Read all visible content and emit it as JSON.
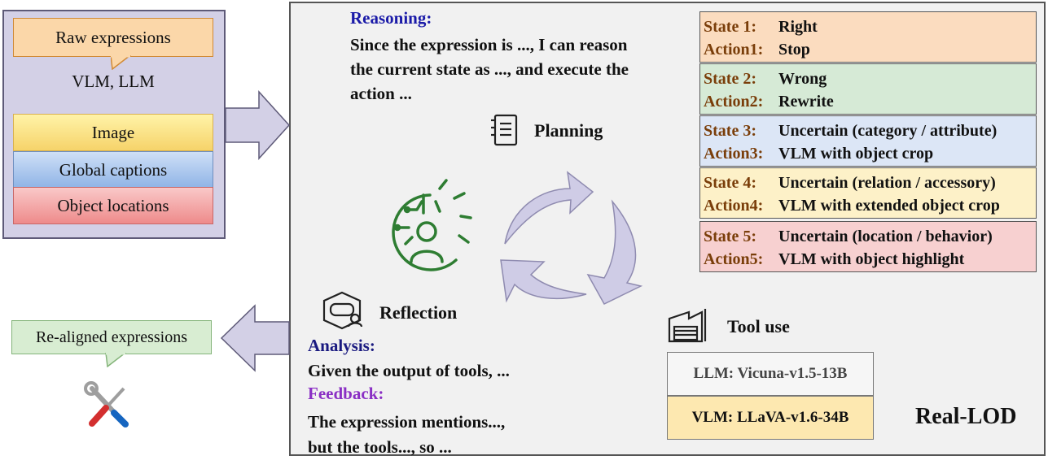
{
  "input": {
    "raw_expressions": "Raw expressions",
    "models": "VLM, LLM",
    "rows": [
      "Image",
      "Global captions",
      "Object locations"
    ]
  },
  "reasoning": {
    "title": "Reasoning:",
    "lines": [
      "Since the expression is ..., I can reason",
      "the current state as ..., and execute the",
      "action ..."
    ]
  },
  "cycle": {
    "planning": "Planning",
    "reflection": "Reflection",
    "tool_use": "Tool use"
  },
  "states": [
    {
      "state_key": "State  1:",
      "state_val": "Right",
      "action_key": "Action1:",
      "action_val": "Stop",
      "color": "#fbdcbf"
    },
    {
      "state_key": "State  2:",
      "state_val": "Wrong",
      "action_key": "Action2:",
      "action_val": "Rewrite",
      "color": "#d6ead6"
    },
    {
      "state_key": "State  3:",
      "state_val": "Uncertain (category / attribute)",
      "action_key": "Action3:",
      "action_val": "VLM with object crop",
      "color": "#dce6f6"
    },
    {
      "state_key": "State  4:",
      "state_val": "Uncertain (relation / accessory)",
      "action_key": "Action4:",
      "action_val": "VLM with extended object crop",
      "color": "#fdf1c8"
    },
    {
      "state_key": "State  5:",
      "state_val": "Uncertain (location / behavior)",
      "action_key": "Action5:",
      "action_val": "VLM with object highlight",
      "color": "#f7d0d0"
    }
  ],
  "reflection": {
    "analysis_title": "Analysis:",
    "analysis_text": "Given the output of tools,  ...",
    "feedback_title": "Feedback:",
    "feedback_lines": [
      "The expression mentions...,",
      "but the tools..., so ..."
    ]
  },
  "tools": {
    "llm": "LLM: Vicuna-v1.5-13B",
    "vlm": "VLM: LLaVA-v1.6-34B"
  },
  "brand": "Real-LOD",
  "output": "Re-aligned expressions",
  "icons": [
    "brain-gear-icon",
    "notebook-icon",
    "chat-hexagon-icon",
    "factory-icon",
    "tools-icon"
  ]
}
